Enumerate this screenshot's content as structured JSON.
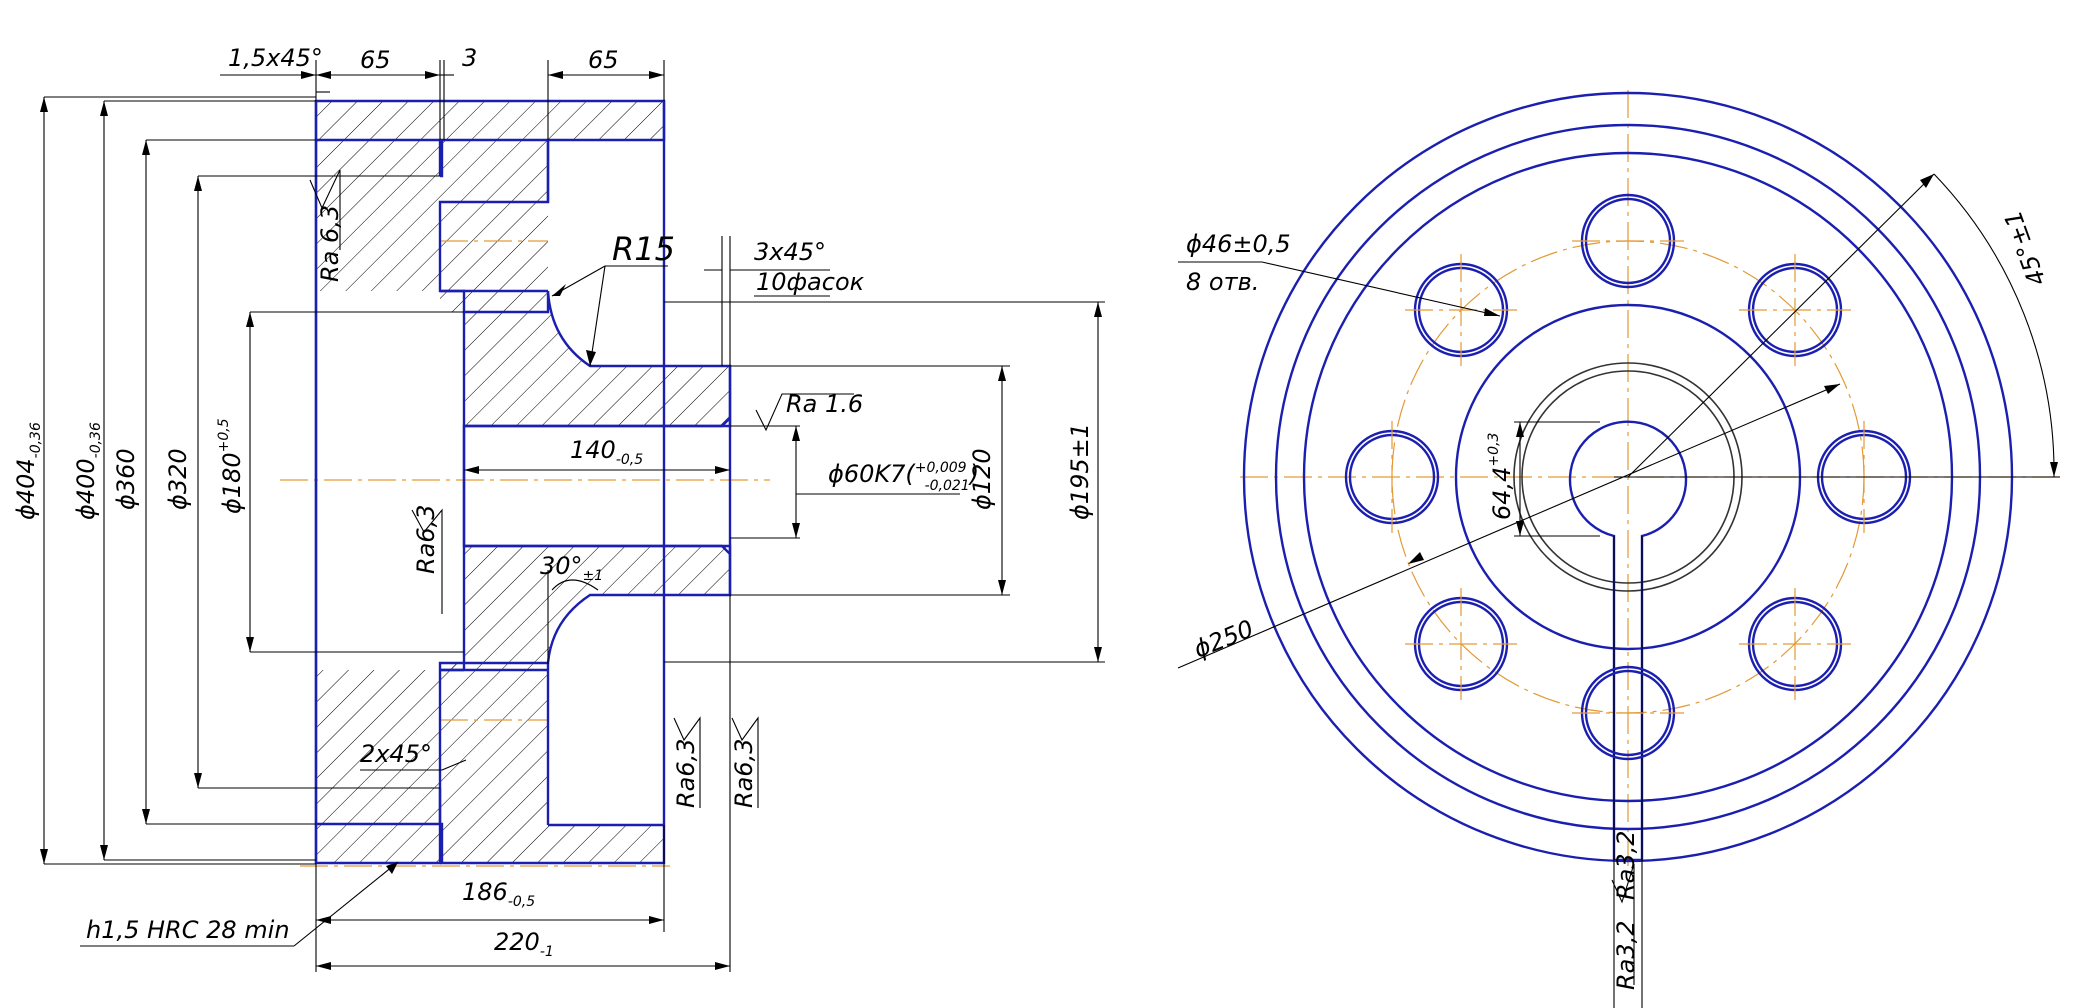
{
  "colors": {
    "contour": "#1b1fb0",
    "centerline": "#e39a36",
    "dimension": "#000000",
    "background": "#ffffff"
  },
  "section_view": {
    "chamfer_outer": "1,5x45°",
    "width_left": "65",
    "rib_width": "3",
    "width_right": "65",
    "dia_404": {
      "base": "ϕ404",
      "sub": "-0,36"
    },
    "dia_400": {
      "base": "ϕ400",
      "sub": "-0,36"
    },
    "dia_360": "ϕ360",
    "dia_320": "ϕ320",
    "dia_180": {
      "base": "ϕ180",
      "sup": "+0,5"
    },
    "fillet": "R15",
    "hub_chamfer": "3x45°",
    "chamfer_count": "10фасок",
    "roughness_hub": "Ra 1.6",
    "bore_length": {
      "base": "140",
      "sub": "-0,5"
    },
    "bore_fit": {
      "base": "ϕ60K7",
      "sup": "+0,009",
      "sub": "-0,021"
    },
    "dia_120": "ϕ120",
    "dia_195": "ϕ195±1",
    "angle": {
      "base": "30°",
      "sub": "±1"
    },
    "roughness_face": "Ra 6,3",
    "roughness_bore": "Ra6,3",
    "inner_chamfer": "2x45°",
    "roughness_right_a": "Ra6,3",
    "roughness_right_b": "Ra6,3",
    "hardening_note": "h1,5 HRC 28 min",
    "length_186": {
      "base": "186",
      "sub": "-0,5"
    },
    "length_220": {
      "base": "220",
      "sub": "-1"
    }
  },
  "front_view": {
    "hole_dia": "ϕ46±0,5",
    "hole_count": "8 отв.",
    "pcd": "ϕ250",
    "keyway_depth": {
      "base": "64,4",
      "sup": "+0,3"
    },
    "angle_pitch": "45°±1",
    "roughness_key_a": "Ra3,2",
    "roughness_key_b": "Ra3,2",
    "holes": 8,
    "hole_angle_step_deg": 45
  }
}
